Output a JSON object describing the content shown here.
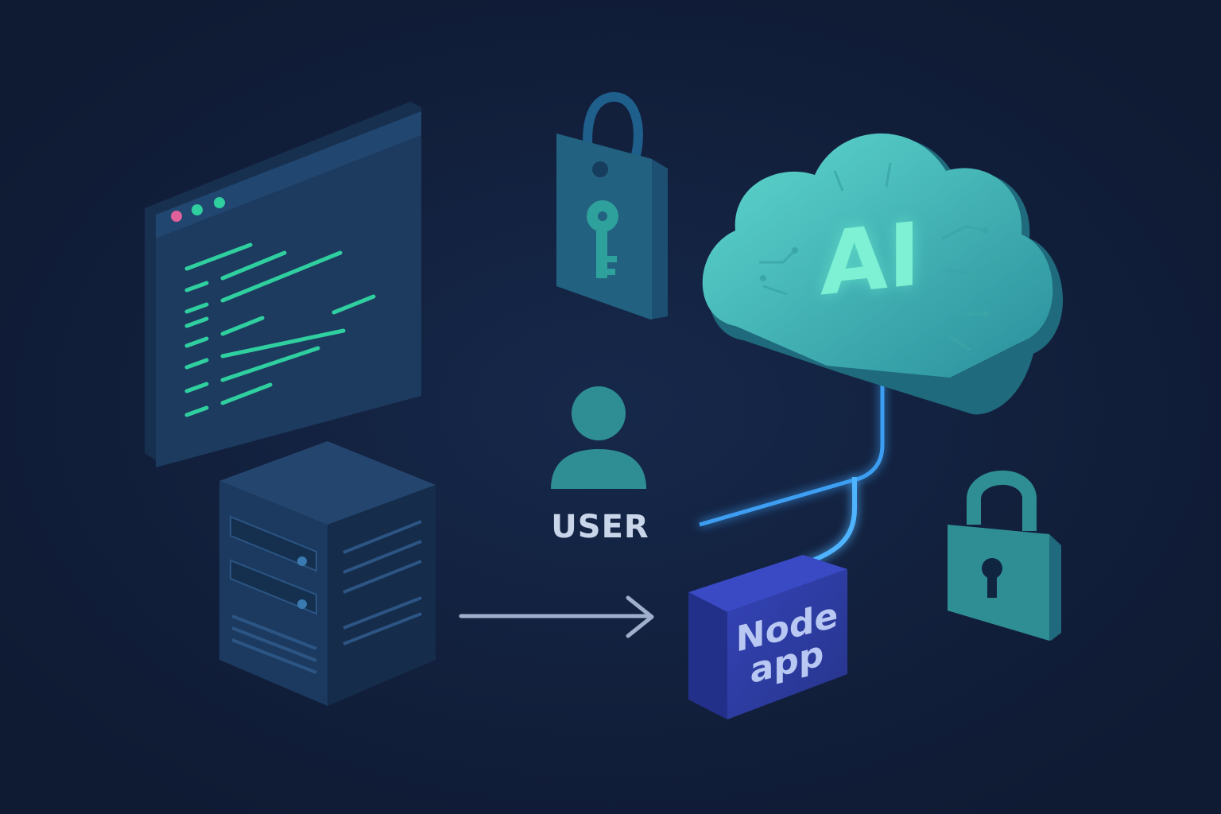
{
  "labels": {
    "user": "USER",
    "ai": "AI",
    "node_line1": "Node",
    "node_line2": "app"
  },
  "colors": {
    "background": "#0f1a33",
    "panel": "#1c3658",
    "code_lines": "#2fcf9f",
    "teal": "#2f8e94",
    "cloud": "#3fb8b6",
    "node_box": "#2c3a9e",
    "glow_wire": "#3fa7ff",
    "arrow": "#9fb0cd"
  },
  "icons": {
    "code_window": "code-window-icon",
    "server": "server-icon",
    "tag_lock": "key-tag-icon",
    "user": "user-icon",
    "cloud": "cloud-icon",
    "padlock": "padlock-icon",
    "node_box": "node-app-box-icon",
    "arrow": "arrow-right-icon"
  }
}
